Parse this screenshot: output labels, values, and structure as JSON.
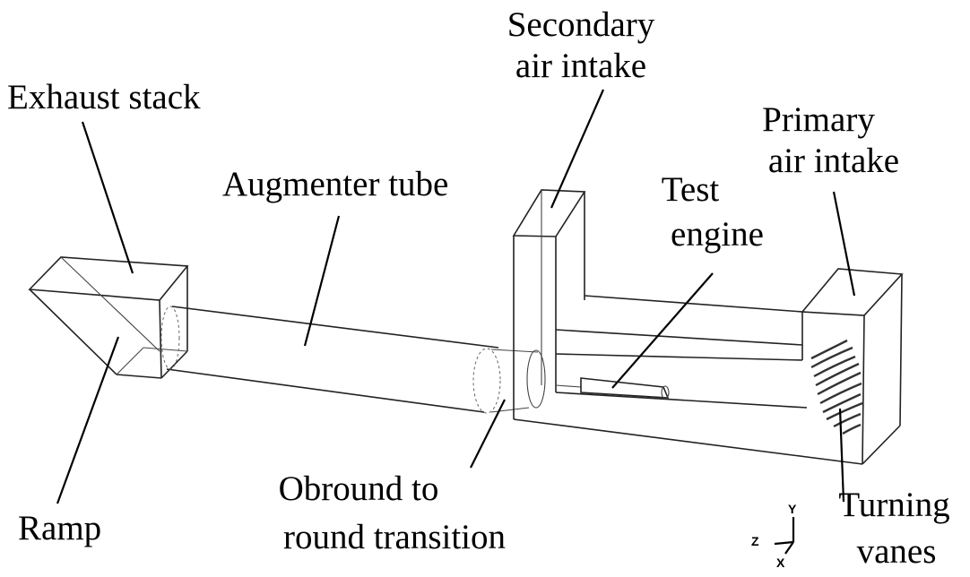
{
  "labels": {
    "exhaust_stack": "Exhaust stack",
    "secondary_intake_line1": "Secondary",
    "secondary_intake_line2": "air intake",
    "primary_intake_line1": "Primary",
    "primary_intake_line2": "air intake",
    "augmenter_tube": "Augmenter tube",
    "test_engine_line1": "Test",
    "test_engine_line2": "engine",
    "ramp": "Ramp",
    "transition_line1": "Obround to",
    "transition_line2": "round transition",
    "turning_vanes_line1": "Turning",
    "turning_vanes_line2": "vanes"
  },
  "axes": {
    "y": "Y",
    "z": "Z",
    "x": "X"
  }
}
